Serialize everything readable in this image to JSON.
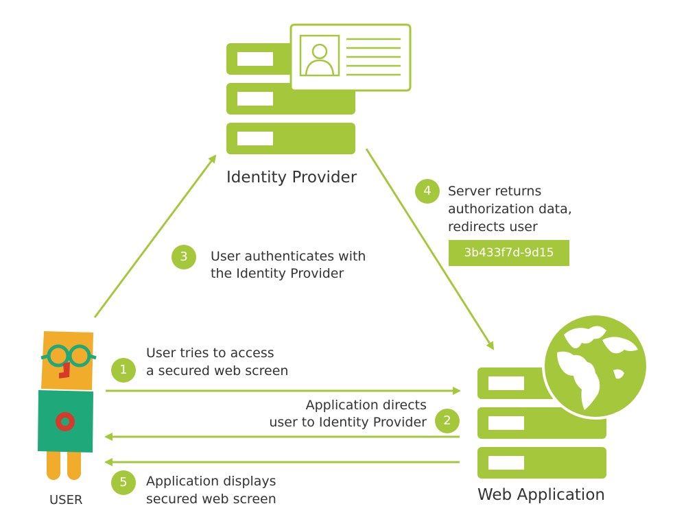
{
  "nodes": {
    "identity_provider": "Identity Provider",
    "web_application": "Web Application",
    "user": "USER"
  },
  "steps": [
    {
      "number": "1",
      "line1": "User tries to access",
      "line2": "a secured web screen"
    },
    {
      "number": "2",
      "line1": "Application directs",
      "line2": "user to Identity Provider"
    },
    {
      "number": "3",
      "line1": "User authenticates with",
      "line2": "the Identity Provider"
    },
    {
      "number": "4",
      "line1": "Server returns",
      "line2": "authorization data,",
      "line3": "redirects user"
    },
    {
      "number": "5",
      "line1": "Application displays",
      "line2": "secured web screen"
    }
  ],
  "token": "3b433f7d-9d15",
  "colors": {
    "accent": "#a5c73b",
    "text": "#333333",
    "user_head": "#f2ac2b",
    "user_body": "#1fa87a",
    "user_target": "#d63a2a"
  },
  "icons": [
    "server-stack-icon",
    "id-card-icon",
    "globe-icon",
    "user-figure-icon",
    "arrow-icon"
  ]
}
